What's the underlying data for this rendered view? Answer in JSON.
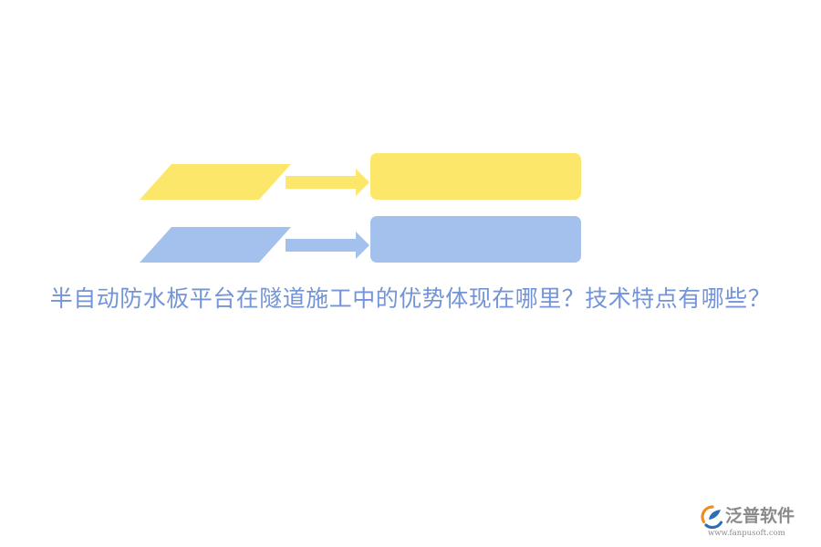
{
  "colors": {
    "background": "#ffffff",
    "yellow": "#fde76b",
    "blue": "#a4c1ee",
    "headline": "#7394d6",
    "logo_gray": "#8a8a8a",
    "logo_orange": "#f08c1e",
    "logo_blue": "#2d6db5"
  },
  "diagram": {
    "rows": [
      {
        "color": "yellow",
        "shape": "parallelogram",
        "arrow": "arrow-right",
        "target": "rounded-box"
      },
      {
        "color": "blue",
        "shape": "parallelogram",
        "arrow": "arrow-right",
        "target": "rounded-box"
      }
    ]
  },
  "headline": {
    "text": "半自动防水板平台在隧道施工中的优势体现在哪里？技术特点有哪些？"
  },
  "logo": {
    "name": "泛普软件",
    "url": "www.fanpusoft.com",
    "icon": "fanpu-logo-mark"
  }
}
